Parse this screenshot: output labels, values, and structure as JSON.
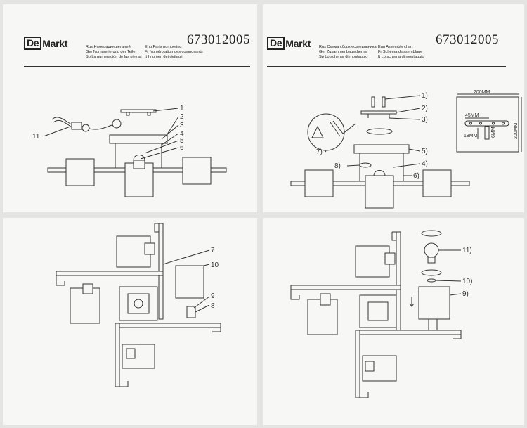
{
  "document": {
    "brand": "De Markt",
    "brand_parts": [
      "De",
      "Markt"
    ],
    "product_code": "673012005",
    "left_sheet": {
      "headings": [
        [
          "Rus Нумерация деталей",
          "Eng Parts numbering"
        ],
        [
          "Ger Nummerierung der Teile",
          "Fr Numérotation des composants"
        ],
        [
          "Sp La numeración de las piezas",
          "It I numeri dei dettagli"
        ]
      ],
      "top_callouts": [
        "1",
        "2",
        "3",
        "4",
        "5",
        "6",
        "11"
      ],
      "bottom_callouts": [
        "7",
        "10",
        "9",
        "8"
      ]
    },
    "right_sheet": {
      "headings": [
        [
          "Rus Схема сборки светильника",
          "Eng Assembly chart"
        ],
        [
          "Ger Zusammenbauschema",
          "Fr Schéma d'assemblage"
        ],
        [
          "Sp Lo schema di montaggio",
          "It Lo schema di montaggio"
        ]
      ],
      "top_callouts": [
        "1)",
        "2)",
        "3)",
        "4)",
        "5)",
        "6)",
        "7)",
        "8)"
      ],
      "dimensions": [
        "200MM",
        "200MM",
        "45MM",
        "18MM",
        "6MM"
      ],
      "bottom_callouts": [
        "11)",
        "10)",
        "9)"
      ]
    }
  }
}
